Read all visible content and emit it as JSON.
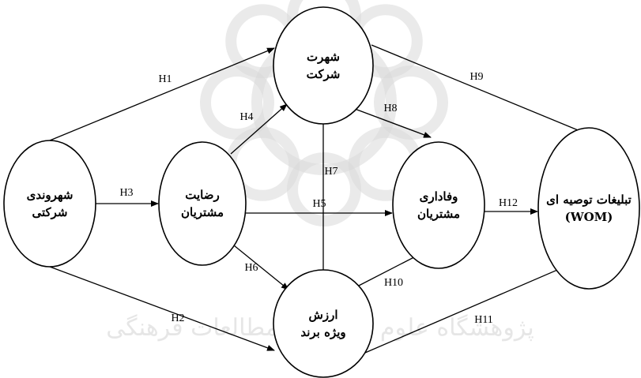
{
  "diagram": {
    "nodes": [
      {
        "id": "citizenship",
        "lines": [
          "شهروندی",
          "شرکتی"
        ]
      },
      {
        "id": "satisfaction",
        "lines": [
          "رضایت",
          "مشتریان"
        ]
      },
      {
        "id": "reputation",
        "lines": [
          "شهرت",
          "شرکت"
        ]
      },
      {
        "id": "loyalty",
        "lines": [
          "وفاداری",
          "مشتریان"
        ]
      },
      {
        "id": "brand_value",
        "lines": [
          "ارزش",
          "ویژه برند"
        ]
      },
      {
        "id": "wom",
        "lines": [
          "تبلیغات توصیه ای",
          "(WOM)"
        ]
      }
    ],
    "edges": [
      {
        "label": "H1",
        "from": "citizenship",
        "to": "reputation"
      },
      {
        "label": "H2",
        "from": "citizenship",
        "to": "brand_value"
      },
      {
        "label": "H3",
        "from": "citizenship",
        "to": "satisfaction"
      },
      {
        "label": "H4",
        "from": "satisfaction",
        "to": "reputation"
      },
      {
        "label": "H5",
        "from": "satisfaction",
        "to": "loyalty"
      },
      {
        "label": "H6",
        "from": "satisfaction",
        "to": "brand_value"
      },
      {
        "label": "H7",
        "from": "reputation",
        "to": "brand_value"
      },
      {
        "label": "H8",
        "from": "reputation",
        "to": "loyalty"
      },
      {
        "label": "H9",
        "from": "reputation",
        "to": "wom"
      },
      {
        "label": "H10",
        "from": "brand_value",
        "to": "loyalty"
      },
      {
        "label": "H11",
        "from": "brand_value",
        "to": "wom"
      },
      {
        "label": "H12",
        "from": "loyalty",
        "to": "wom"
      }
    ],
    "watermark": {
      "text": "پژوهشگاه علوم انسانی و مطالعات فرهنگی"
    }
  }
}
